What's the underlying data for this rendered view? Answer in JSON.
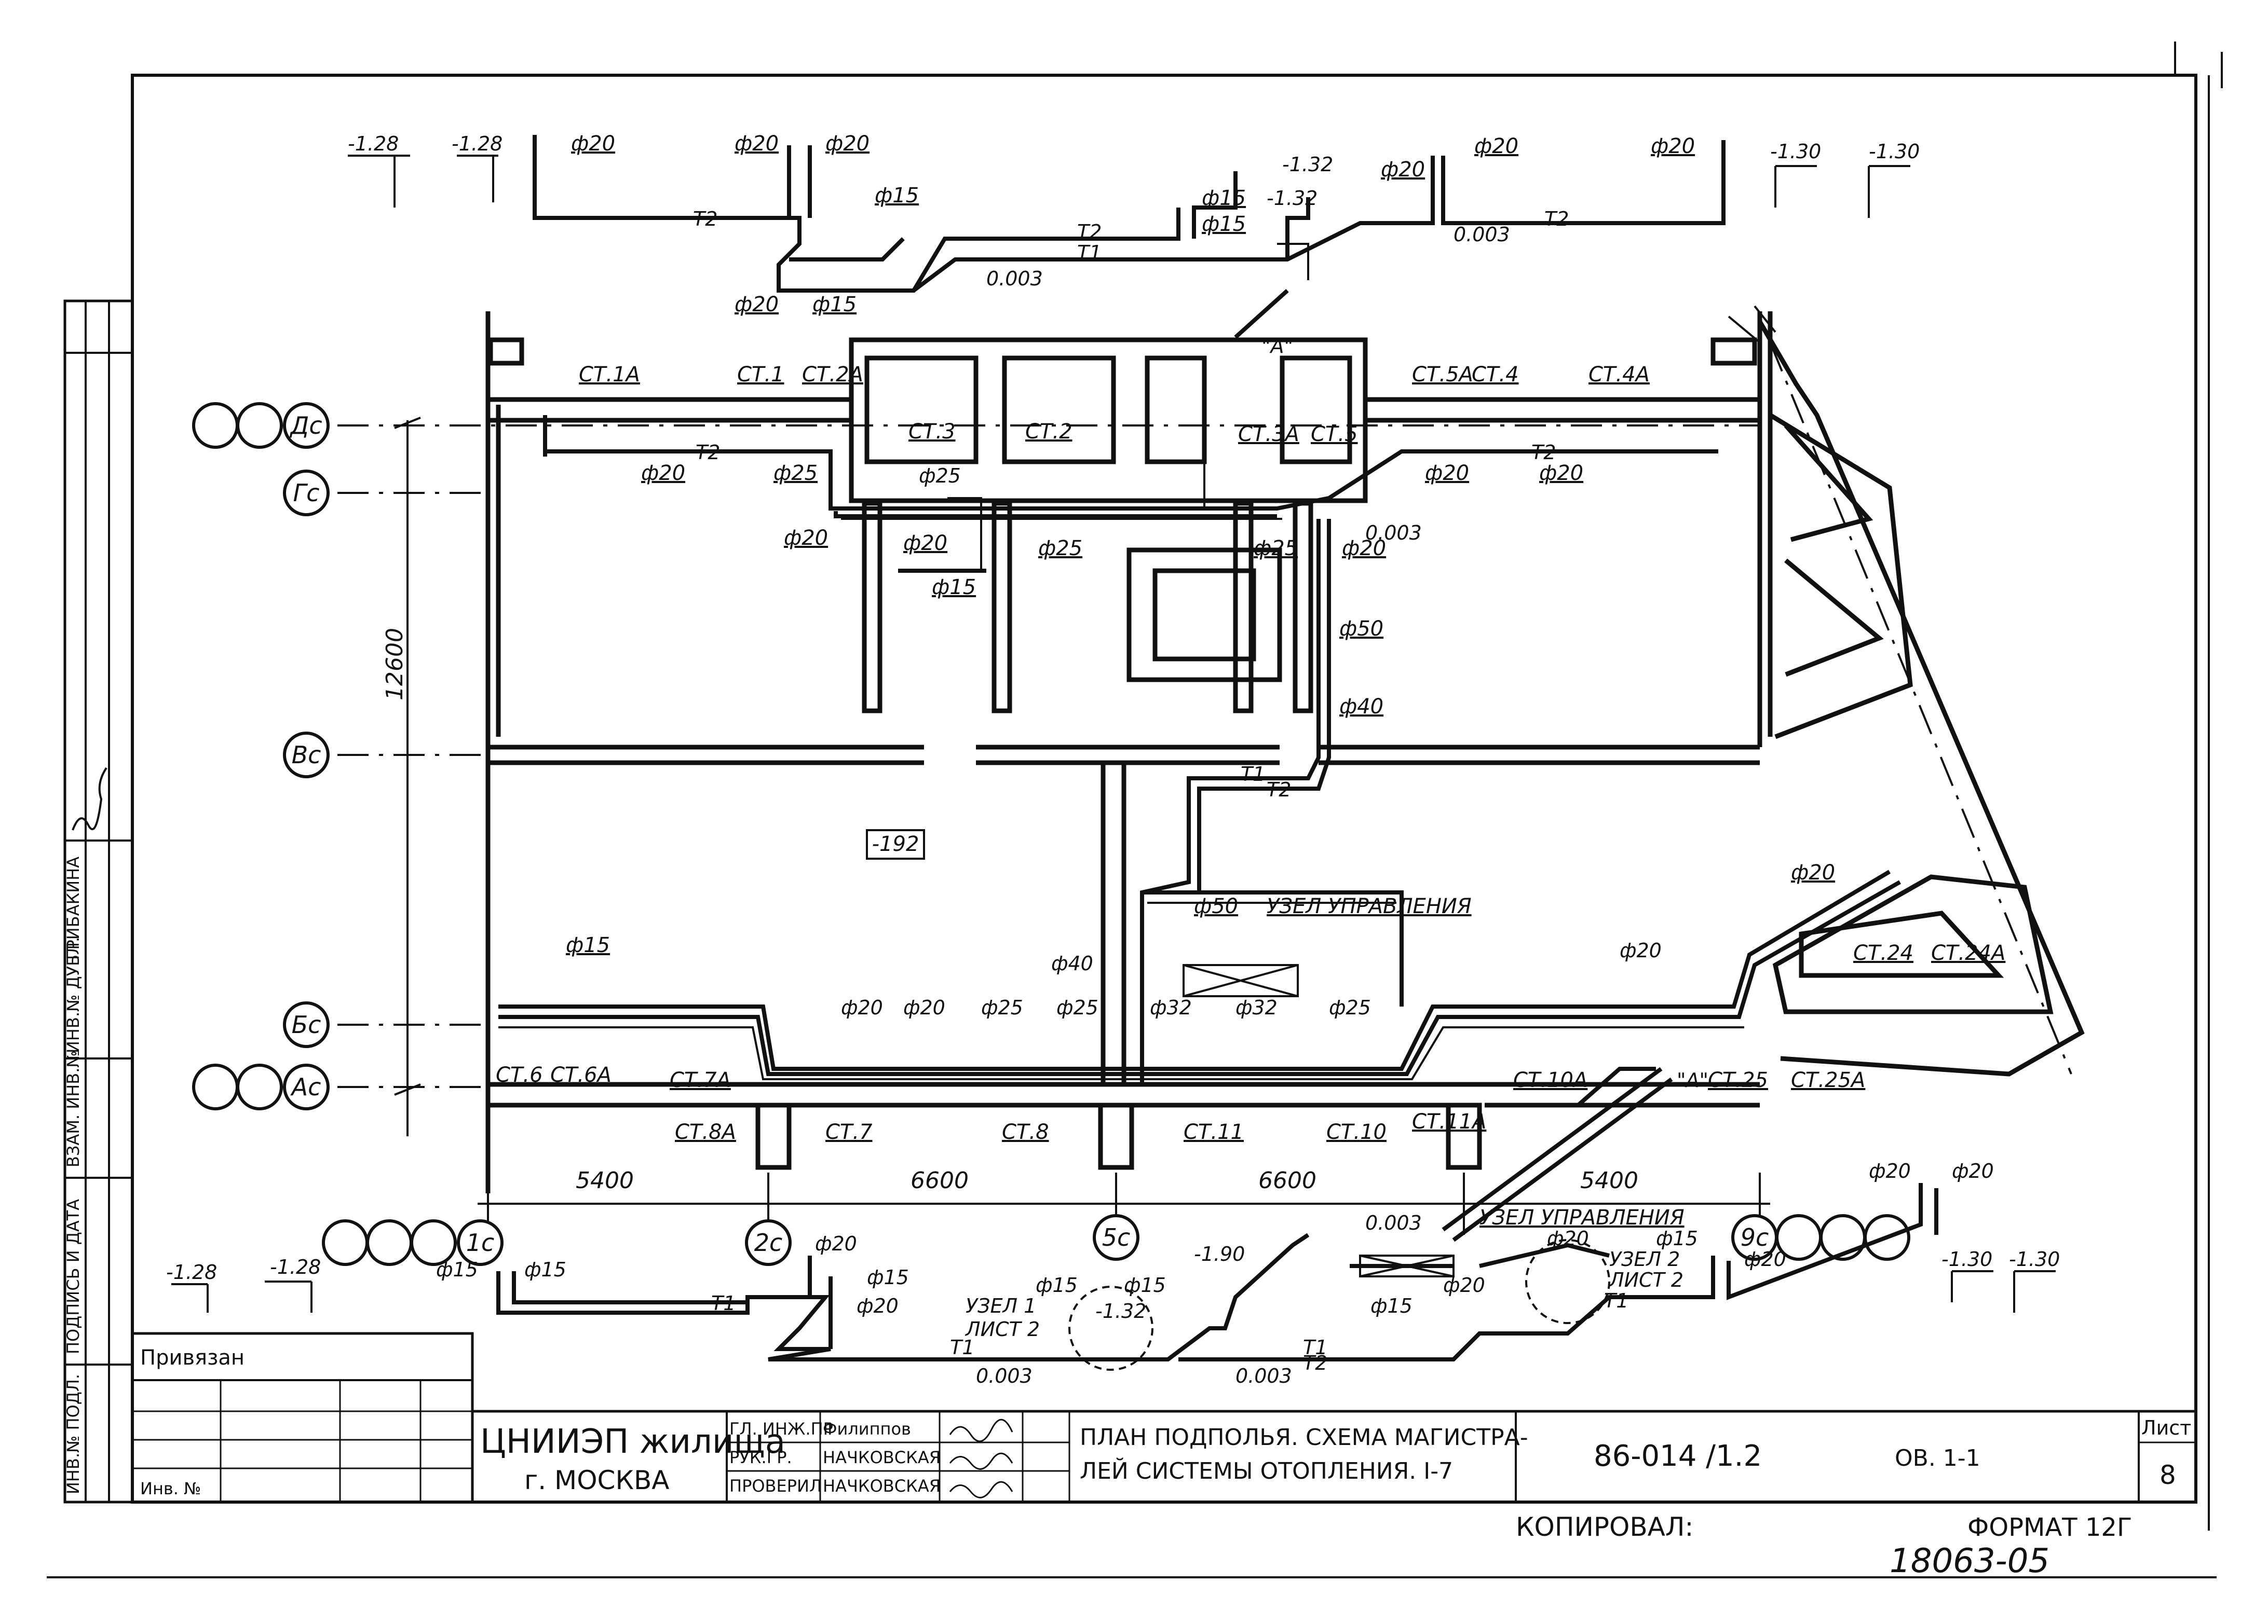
{
  "title_block": {
    "org": "ЦНИИЭП жилища",
    "city": "г. МОСКВА",
    "role_1": "ГЛ. ИНЖ.ПР",
    "name_1": "Филиппов",
    "role_2": "РУК.ГР.",
    "name_2": "НАЧКОВСКАЯ",
    "role_3": "ПРОВЕРИЛ",
    "name_3": "НАЧКОВСКАЯ",
    "drawing_title_1": "ПЛАН ПОДПОЛЬЯ. СХЕМА МАГИСТРА-",
    "drawing_title_2": "ЛЕЙ СИСТЕМЫ ОТОПЛЕНИЯ. I-7",
    "code": "86-014 /1.2",
    "section": "ОВ. 1-1",
    "sheet_label": "Лист",
    "sheet_no": "8",
    "bound": "Привязан",
    "inv_no": "Инв. №"
  },
  "left_strip": {
    "c1": "ИНВ.№ ПОДЛ.",
    "c2": "ПОДПИСЬ И ДАТА",
    "c3": "ВЗАМ. ИНВ.№",
    "c4": "ИНВ.№ ДУБЛ.",
    "c5": "ГРИБАКИНА"
  },
  "bottom": {
    "copied": "КОПИРОВАЛ:",
    "format": "ФОРМАТ 12Г",
    "number": "18063-05"
  },
  "axes": {
    "rows": [
      "Дс",
      "Гс",
      "Вс",
      "Бс",
      "Ас"
    ],
    "cols": [
      "1с",
      "2с",
      "5с",
      "9с"
    ],
    "dim_vertical": "12600",
    "dims_horizontal": [
      "5400",
      "6600",
      "6600",
      "5400"
    ]
  },
  "room_mark": "-192",
  "control_unit": "УЗЕЛ УПРАВЛЕНИЯ",
  "risers": {
    "top": [
      "СТ.1А",
      "СТ.1",
      "СТ.2А",
      "СТ.3",
      "СТ.2",
      "СТ.3А",
      "СТ.5",
      "СТ.5А",
      "СТ.4",
      "СТ.4А"
    ],
    "bottom": [
      "СТ.6",
      "СТ.6А",
      "СТ.7А",
      "СТ.8А",
      "СТ.7",
      "СТ.8",
      "СТ.11",
      "СТ.10",
      "СТ.11А",
      "СТ.10А",
      "СТ.25",
      "СТ.25А",
      "СТ.24",
      "СТ.24А"
    ]
  },
  "diam": {
    "d15": "ф15",
    "d20": "ф20",
    "d25": "ф25",
    "d32": "ф32",
    "d40": "ф40",
    "d50": "ф50"
  },
  "pipes": {
    "t1": "Т1",
    "t2": "Т2",
    "slope": "0.003"
  },
  "elev": {
    "e128": "-1.28",
    "e130": "-1.30",
    "e132": "-1.32",
    "e190": "-1.90"
  },
  "notes": {
    "node_a": "\"А\"",
    "node1": "УЗЕЛ 1",
    "node2": "УЗЕЛ 2",
    "sheet2": "ЛИСТ 2"
  }
}
